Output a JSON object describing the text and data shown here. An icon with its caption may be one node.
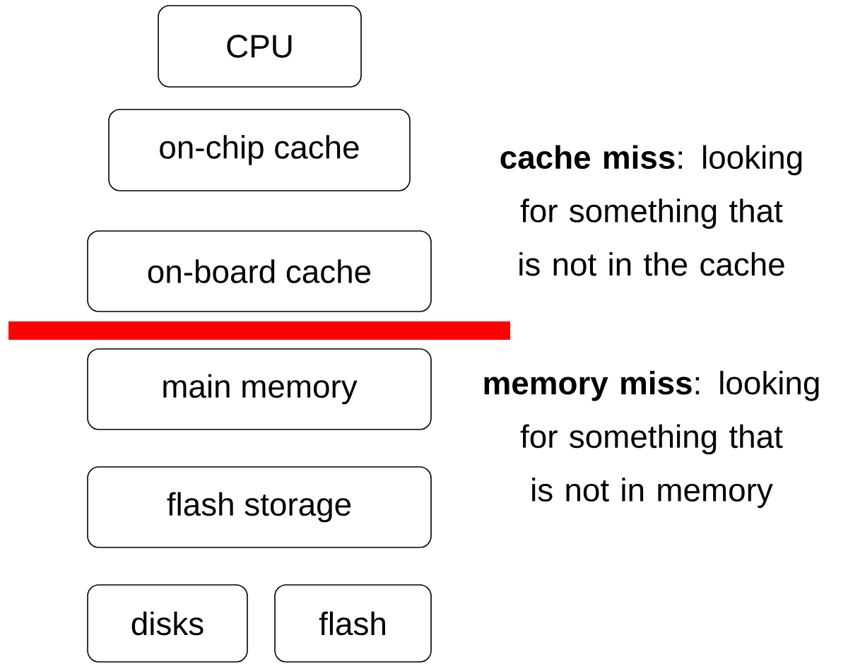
{
  "diagram": {
    "nodes": [
      {
        "text": [
          "CPU"
        ]
      },
      {
        "text": [
          "on-chip cache"
        ]
      },
      {
        "text": [
          "on-board cache"
        ]
      },
      {
        "text": [],
        "shape": "bar"
      },
      {
        "text": [
          "main memory"
        ]
      },
      {
        "text": [
          "flash storage"
        ]
      },
      {
        "text": [
          "disks"
        ]
      },
      {
        "text": [
          "flash"
        ]
      }
    ],
    "labels": [
      "**cache miss**: looking for something that is not in the cache",
      "**memory miss**: looking for something that is not in memory"
    ]
  }
}
